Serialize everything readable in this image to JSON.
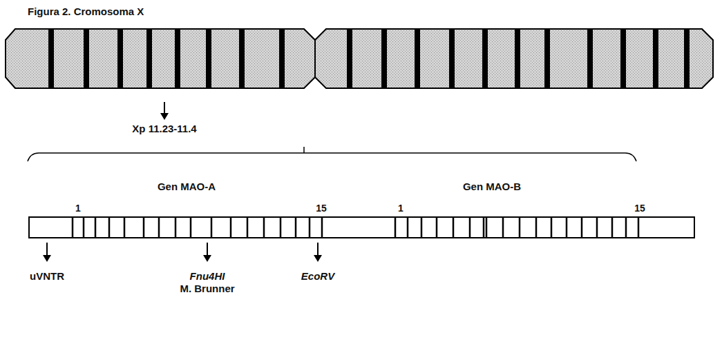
{
  "diagram": {
    "title": "Figura 2.  Cromosoma X",
    "labels": [
      "Xp 11.23-11.4",
      "Gen MAO-A",
      "Gen MAO-B",
      "1",
      "15",
      "1",
      "15",
      "uVNTR",
      "Fnu4HI",
      "M. Brunner",
      "EcoRV"
    ]
  }
}
